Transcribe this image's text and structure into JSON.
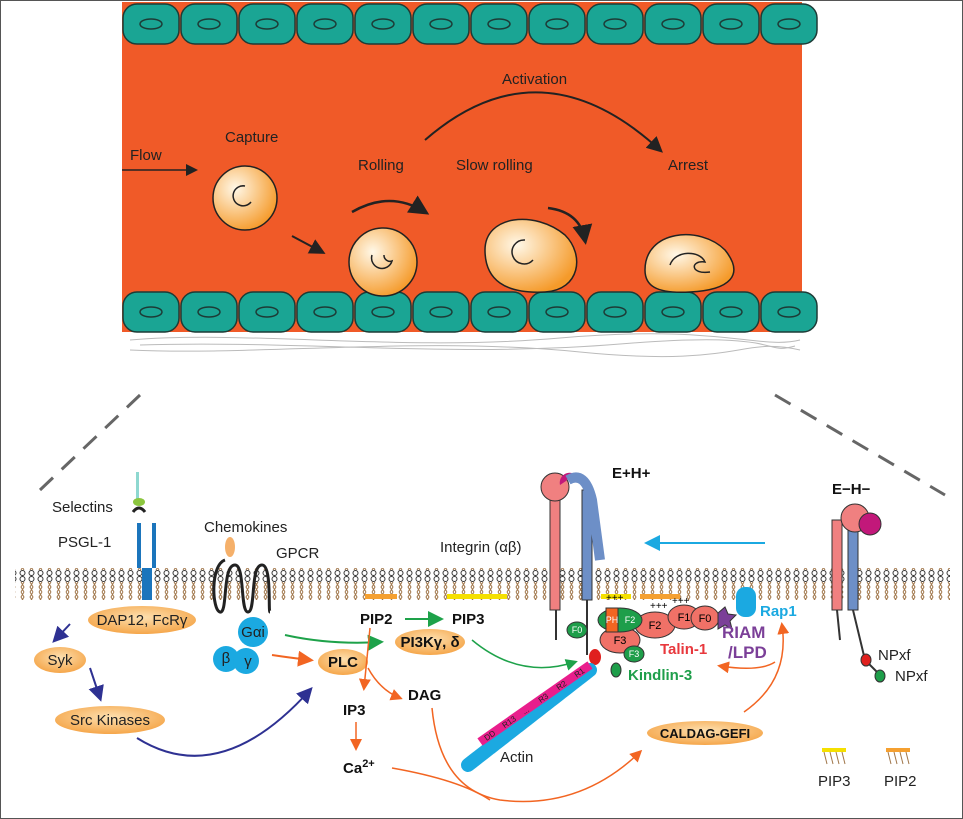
{
  "vessel": {
    "flow": "Flow",
    "stages": [
      "Capture",
      "Rolling",
      "Slow rolling",
      "Arrest"
    ],
    "activation": "Activation"
  },
  "signaling": {
    "selectins": "Selectins",
    "psgl1": "PSGL-1",
    "chemokines": "Chemokines",
    "gpcr": "GPCR",
    "dap12": "DAP12, FcRγ",
    "syk": "Syk",
    "src": "Src Kinases",
    "gai": "Gαi",
    "beta": "β",
    "gamma": "γ",
    "plc": "PLC",
    "pip2": "PIP2",
    "pip3": "PIP3",
    "pi3k": "PI3Kγ, δ",
    "ip3": "IP3",
    "dag": "DAG",
    "ca": "Ca",
    "ca_sup": "2+",
    "integrin": "Integrin (αβ)",
    "ehigh": "E+H+",
    "elow": "E−H−",
    "actin": "Actin",
    "caldag": "CALDAG-GEFI",
    "rap1": "Rap1",
    "riam": "RIAM",
    "lpd": "/LPD",
    "talin": "Talin-1",
    "kindlin": "Kindlin-3",
    "npxf1": "NPxf",
    "npxf2": "NPxf",
    "domains": {
      "f0": "F0",
      "f1": "F1",
      "f2": "F2",
      "f3": "F3",
      "ph": "PH",
      "plus": "+++"
    },
    "rods": [
      "DD",
      "R13",
      "...",
      "R3",
      "R2",
      "R1"
    ]
  },
  "legend": {
    "pip3": "PIP3",
    "pip2": "PIP2"
  },
  "colors": {
    "vessel": "#f05a28",
    "endothelium": "#1aa594",
    "cell": "#f8b65a",
    "arrow_orange": "#f26522",
    "arrow_green": "#1ea24a",
    "arrow_blue": "#2e3192",
    "cyan": "#1ba9e1",
    "talin": "#f07167",
    "kindlin": "#1e9e4a"
  }
}
